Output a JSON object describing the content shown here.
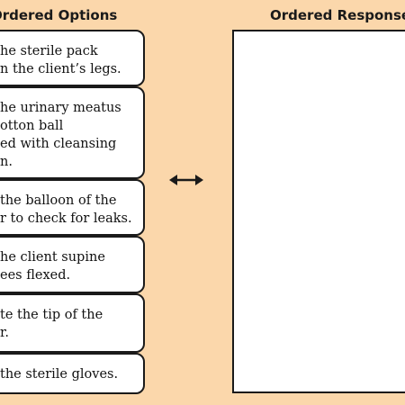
{
  "headers": {
    "options": "Ordered Options",
    "response": "Ordered Response"
  },
  "options": [
    {
      "lines": [
        "he sterile pack",
        "n the client’s legs."
      ]
    },
    {
      "lines": [
        "he urinary meatus",
        "otton ball",
        "ed with cleansing",
        "n."
      ]
    },
    {
      "lines": [
        "the balloon of the",
        "r to check for leaks."
      ]
    },
    {
      "lines": [
        "he client supine",
        "ees flexed."
      ]
    },
    {
      "lines": [
        "te the tip of the",
        "r."
      ]
    },
    {
      "lines": [
        "the sterile gloves."
      ]
    }
  ],
  "icons": {
    "swap": "swap-arrows-icon"
  }
}
